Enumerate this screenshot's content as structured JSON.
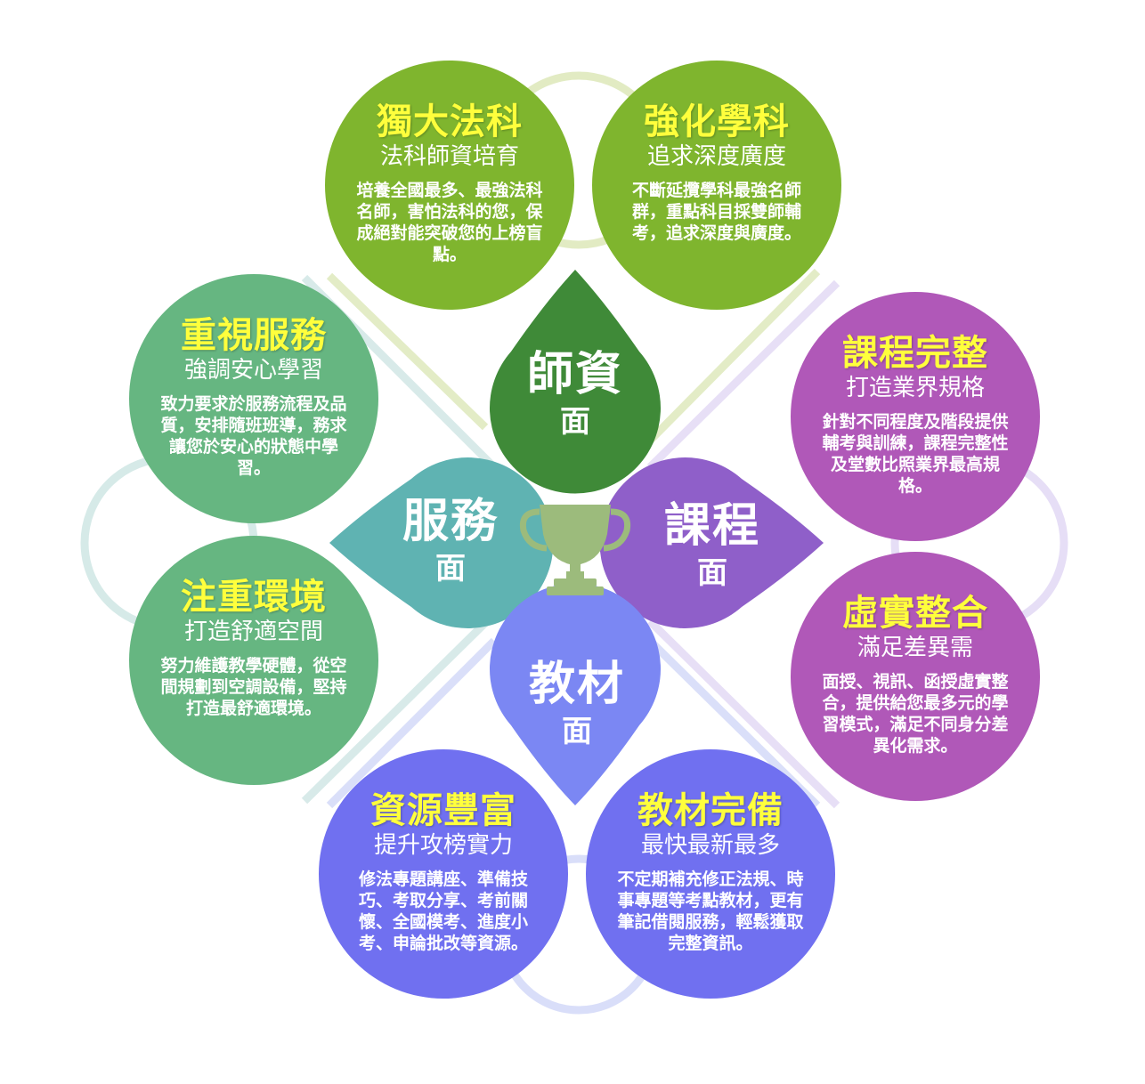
{
  "center_icon": "trophy-icon",
  "colors": {
    "teacher": "#3f8a38",
    "course": "#8f5fc9",
    "service": "#5fb3b2",
    "material": "#7b87f3",
    "trophy": "#9cbb7c",
    "card_title": "#ffff3c"
  },
  "petals": {
    "teacher": {
      "title": "師資",
      "suffix": "面"
    },
    "course": {
      "title": "課程",
      "suffix": "面"
    },
    "service": {
      "title": "服務",
      "suffix": "面"
    },
    "material": {
      "title": "教材",
      "suffix": "面"
    }
  },
  "cards": {
    "law": {
      "title": "獨大法科",
      "subtitle": "法科師資培育",
      "body": "培養全國最多、最強法科名師，害怕法科的您，保成絕對能突破您的上榜盲點。"
    },
    "strength": {
      "title": "強化學科",
      "subtitle": "追求深度廣度",
      "body": "不斷延攬學科最強名師群，重點科目採雙師輔考，追求深度與廣度。"
    },
    "service": {
      "title": "重視服務",
      "subtitle": "強調安心學習",
      "body": "致力要求於服務流程及品質，安排隨班班導，務求讓您於安心的狀態中學習。"
    },
    "environment": {
      "title": "注重環境",
      "subtitle": "打造舒適空間",
      "body": "努力維護教學硬體，從空間規劃到空調設備，堅持打造最舒適環境。"
    },
    "course": {
      "title": "課程完整",
      "subtitle": "打造業界規格",
      "body": "針對不同程度及階段提供輔考與訓練，課程完整性及堂數比照業界最高規格。"
    },
    "hybrid": {
      "title": "虛實整合",
      "subtitle": "滿足差異需",
      "body": "面授、視訊、函授虛實整合，提供給您最多元的學習模式，滿足不同身分差異化需求。"
    },
    "resources": {
      "title": "資源豐富",
      "subtitle": "提升攻榜實力",
      "body": "修法專題講座、準備技巧、考取分享、考前關懷、全國模考、進度小考、申論批改等資源。"
    },
    "materials": {
      "title": "教材完備",
      "subtitle": "最快最新最多",
      "body": "不定期補充修正法規、時事專題等考點教材，更有筆記借閱服務，輕鬆獲取完整資訊。"
    }
  }
}
